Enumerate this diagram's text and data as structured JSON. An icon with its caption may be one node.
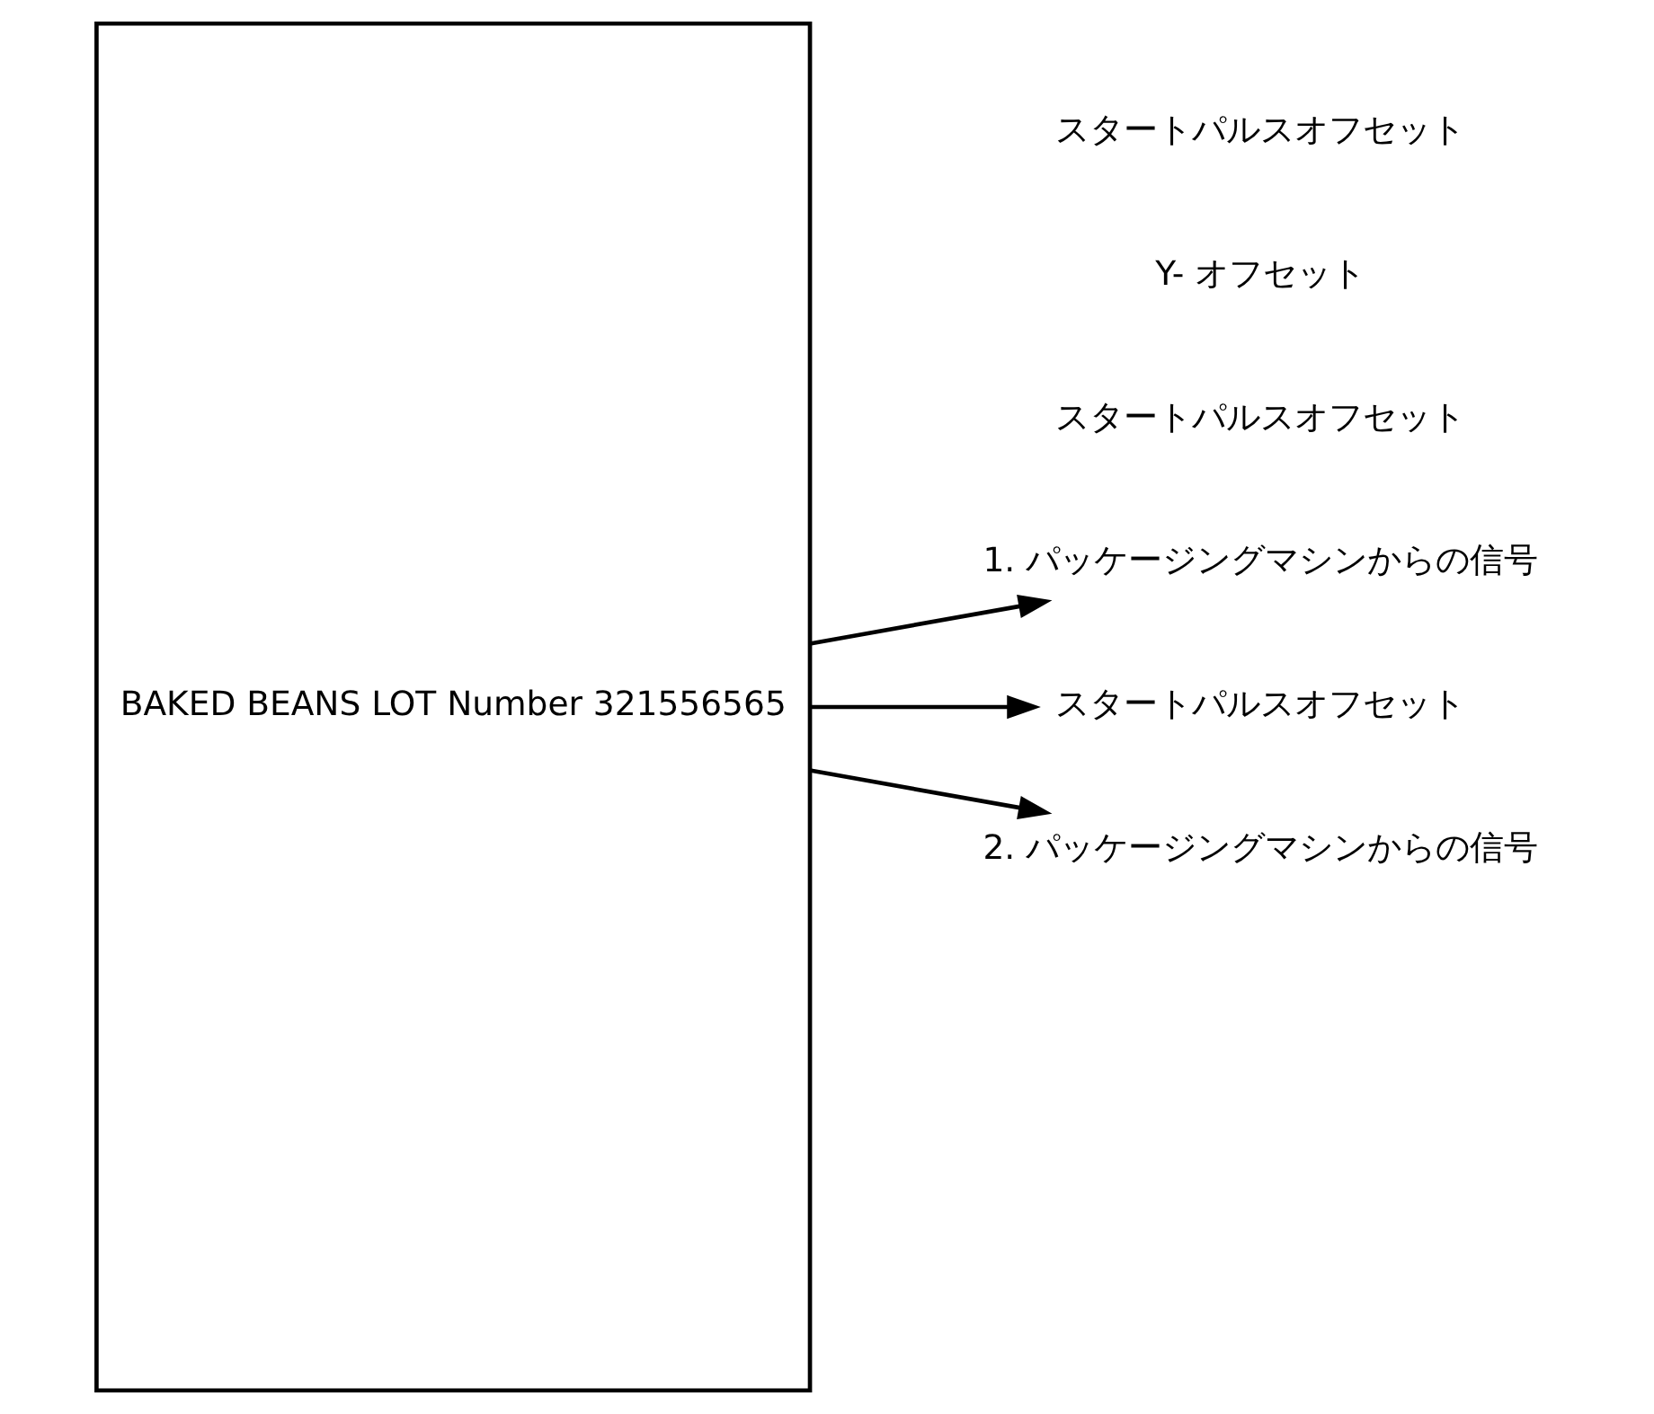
{
  "diagram": {
    "nodes": [
      {
        "text": [
          "BAKED BEANS LOT Number 321556565"
        ]
      },
      {
        "text": [
          "1. パッケージングマシンからの信号"
        ]
      },
      {
        "text": [
          "スタートパルスオフセット"
        ]
      },
      {
        "text": [
          "2. パッケージングマシンからの信号"
        ]
      }
    ],
    "edges": [
      {
        "from": 0,
        "to": 1,
        "arrow": "to"
      },
      {
        "from": 0,
        "to": 2,
        "arrow": "to"
      },
      {
        "from": 0,
        "to": 3,
        "arrow": "to"
      }
    ],
    "labels": [
      "スタートパルスオフセット",
      "Y- オフセット",
      "スタートパルスオフセット"
    ]
  }
}
